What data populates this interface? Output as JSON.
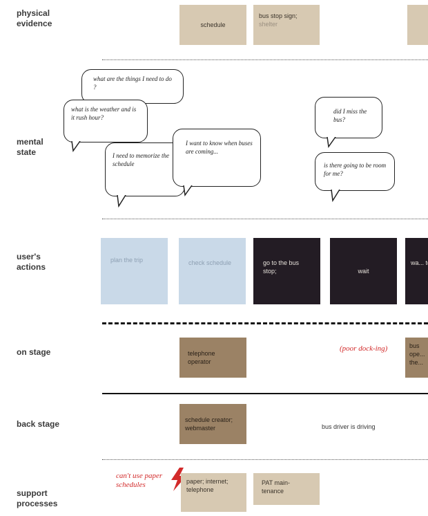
{
  "lanes": {
    "physical_evidence": "physical\nevidence",
    "mental_state": "mental\nstate",
    "users_actions": "user's\nactions",
    "on_stage": "on stage",
    "back_stage": "back stage",
    "support_processes": "support\nprocesses"
  },
  "physical_evidence": {
    "schedule": "schedule",
    "bus_stop_sign": "bus stop sign;",
    "shelter": "shelter"
  },
  "mental_state": {
    "bubble_things_to_do": "what are the things I need to do ?",
    "bubble_weather": "what is the weather and is it rush hour?",
    "bubble_memorize": "I need to memorize the schedule",
    "bubble_when_buses": "I want to know when buses are coming...",
    "bubble_miss_bus": "did I miss the bus?",
    "bubble_room": "is there going to be room for me?"
  },
  "users_actions": {
    "plan_trip": "plan the trip",
    "check_schedule": "check schedule",
    "go_to_stop": "go to the bus stop;",
    "wait": "wait",
    "partial": "wa... to r..."
  },
  "on_stage": {
    "telephone_operator": "telephone operator",
    "poor_docking": "(poor dock-ing)",
    "partial_box": "bus ope... the..."
  },
  "back_stage": {
    "schedule_creator": "schedule creator; webmaster",
    "bus_driver": "bus driver is driving"
  },
  "support_processes": {
    "cant_use": "can't use paper schedules",
    "paper_internet": "paper; internet; telephone",
    "pat_maintenance": "PAT main-tenance"
  },
  "colors": {
    "tan": "#d7c9b2",
    "brown": "#9b8265",
    "light_blue": "#c9d9e8",
    "dark": "#231c24",
    "red": "#d22a2a"
  }
}
